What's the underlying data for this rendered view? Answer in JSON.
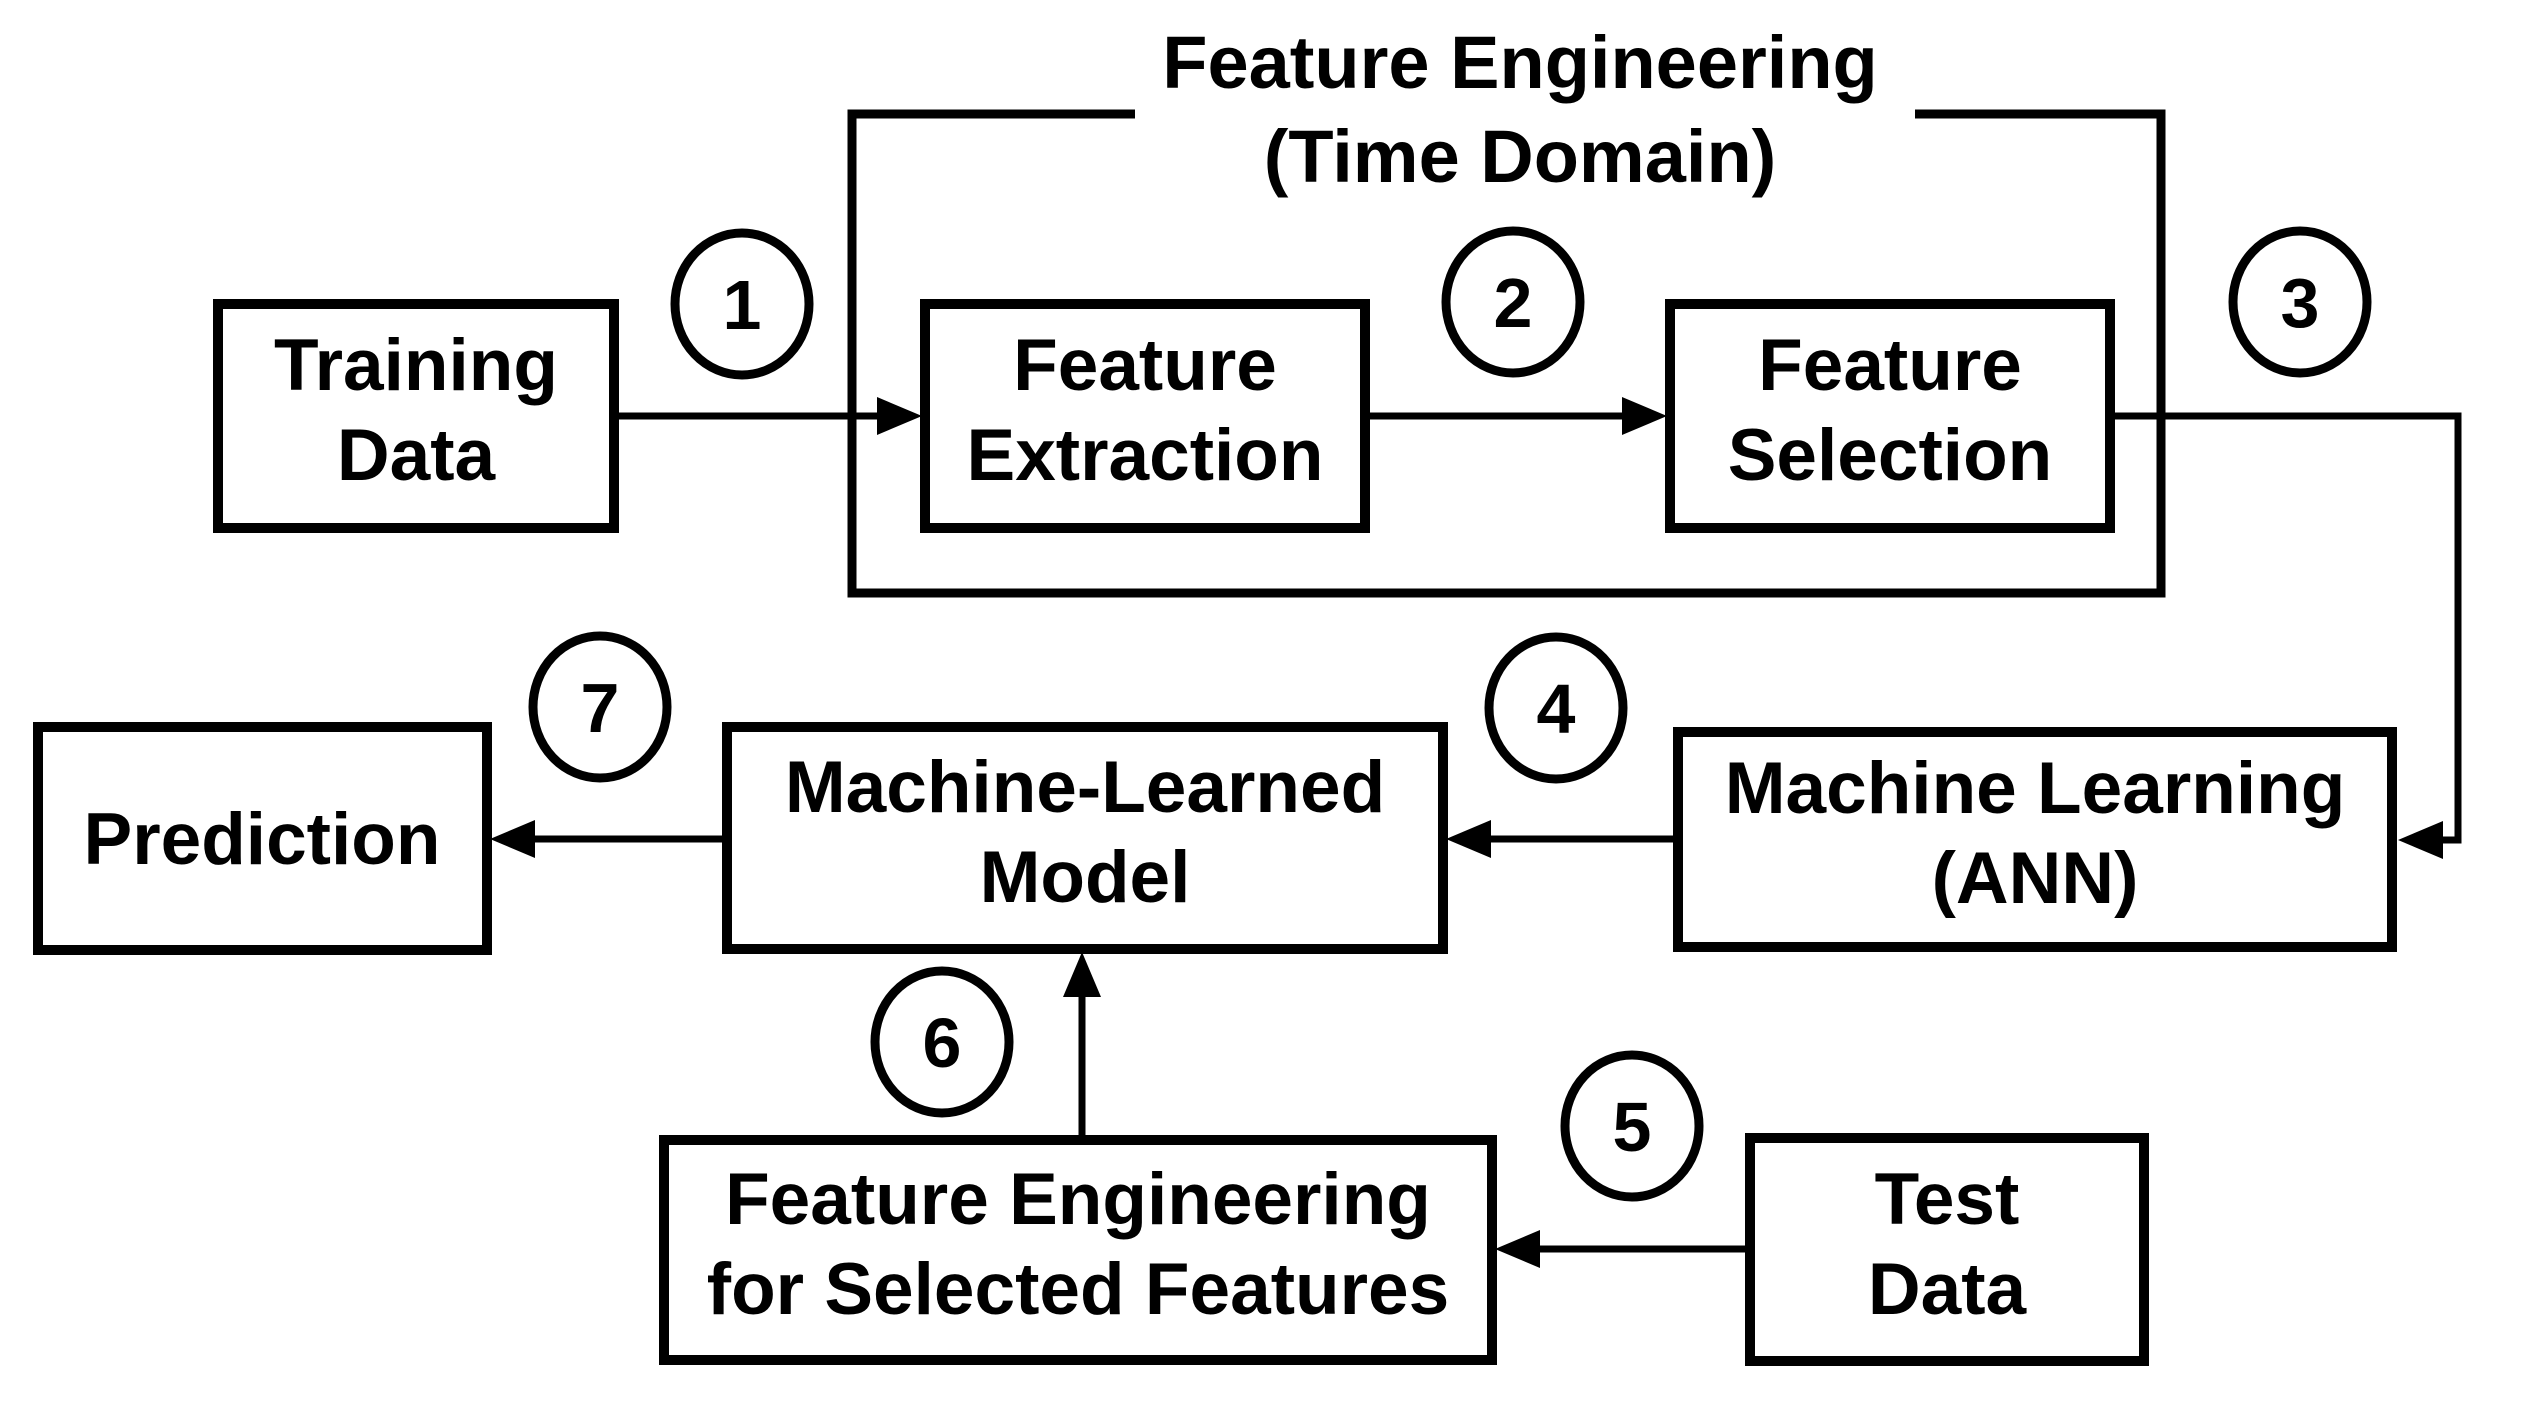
{
  "diagram": {
    "colors": {
      "ink": "#000000",
      "paper": "#ffffff"
    },
    "group": {
      "title_line1": "Feature Engineering",
      "title_line2": "(Time Domain)"
    },
    "nodes": {
      "training_data": {
        "line1": "Training",
        "line2": "Data"
      },
      "feature_extraction": {
        "line1": "Feature",
        "line2": "Extraction"
      },
      "feature_selection": {
        "line1": "Feature",
        "line2": "Selection"
      },
      "machine_learning_ann": {
        "line1": "Machine Learning",
        "line2": "(ANN)"
      },
      "machine_learned_model": {
        "line1": "Machine-Learned",
        "line2": "Model"
      },
      "prediction": {
        "line1": "Prediction"
      },
      "feature_engineering_selected": {
        "line1": "Feature Engineering",
        "line2": "for Selected Features"
      },
      "test_data": {
        "line1": "Test",
        "line2": "Data"
      }
    },
    "steps": {
      "step1": "1",
      "step2": "2",
      "step3": "3",
      "step4": "4",
      "step5": "5",
      "step6": "6",
      "step7": "7"
    }
  }
}
